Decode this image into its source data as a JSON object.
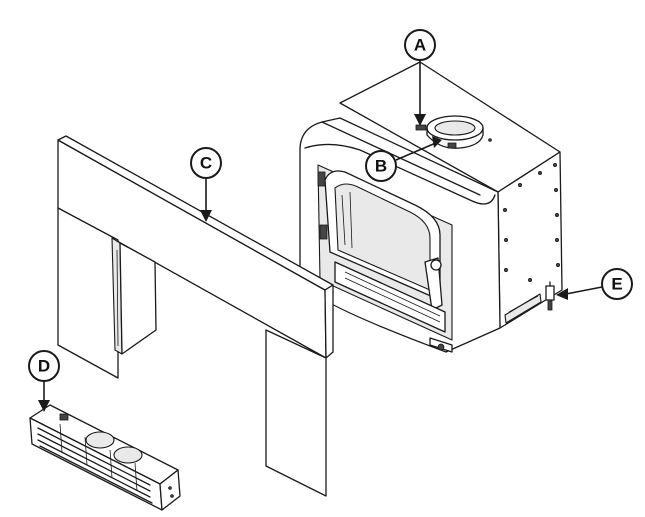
{
  "diagram": {
    "callouts": [
      {
        "id": "A",
        "label": "A"
      },
      {
        "id": "B",
        "label": "B"
      },
      {
        "id": "C",
        "label": "C"
      },
      {
        "id": "D",
        "label": "D"
      },
      {
        "id": "E",
        "label": "E"
      }
    ]
  }
}
